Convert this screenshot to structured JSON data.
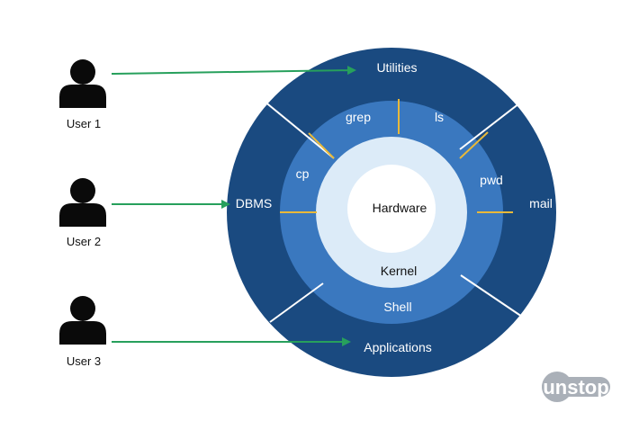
{
  "users": [
    {
      "label": "User 1"
    },
    {
      "label": "User 2"
    },
    {
      "label": "User 3"
    }
  ],
  "outer_ring": {
    "top": "Utilities",
    "left": "DBMS",
    "right": "mail",
    "bottom": "Applications"
  },
  "shell_ring": {
    "items": [
      "grep",
      "ls",
      "cp",
      "pwd"
    ],
    "name": "Shell"
  },
  "kernel_ring": {
    "name": "Kernel"
  },
  "core": {
    "name": "Hardware"
  },
  "logo": {
    "text": "unstop"
  },
  "colors": {
    "outer": "#1a4a80",
    "shell": "#3a78bf",
    "kernel": "#dcebf8",
    "core": "#ffffff",
    "arrow": "#27a05c",
    "divider_outer": "#ffffff",
    "divider_inner": "#e8b93a",
    "user_icon": "#0a0a0a",
    "logo": "#aab0b8"
  }
}
